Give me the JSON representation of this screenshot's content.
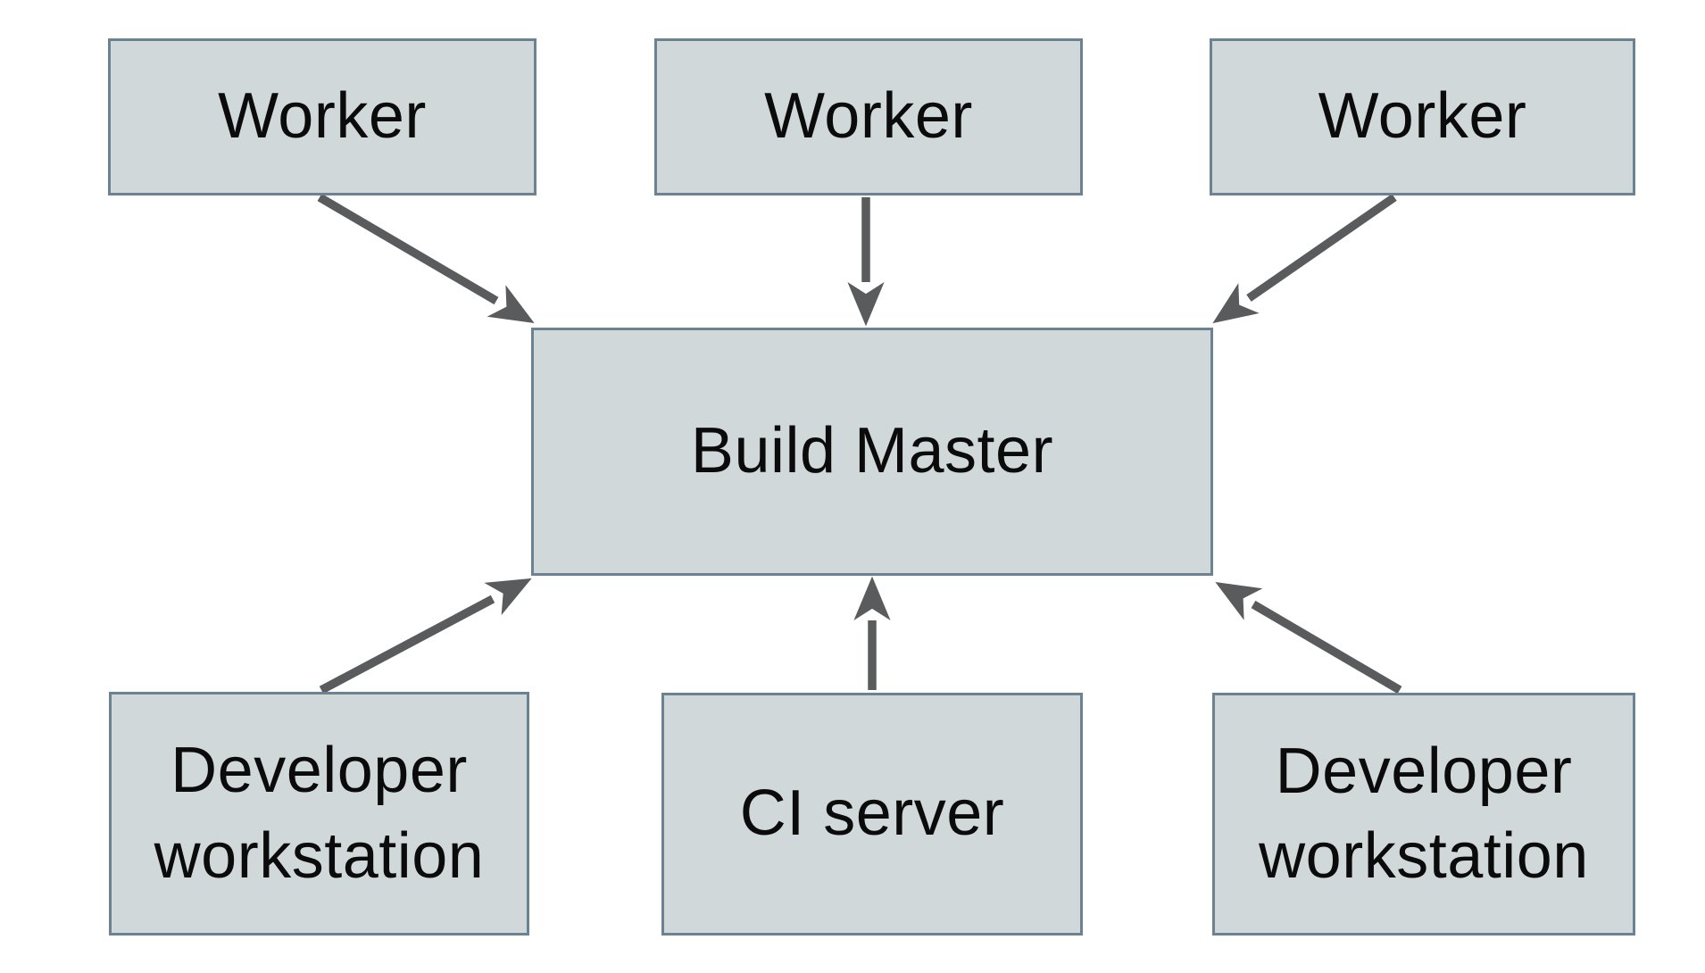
{
  "diagram": {
    "colors": {
      "node_fill": "#d1d8da",
      "node_border": "#6a8292",
      "arrow": "#5a5b5c",
      "text": "#0b0b0b",
      "background": "#ffffff"
    },
    "nodes": [
      {
        "id": "worker-1",
        "label": "Worker"
      },
      {
        "id": "worker-2",
        "label": "Worker"
      },
      {
        "id": "worker-3",
        "label": "Worker"
      },
      {
        "id": "build-master",
        "label": "Build Master"
      },
      {
        "id": "developer-workstation-left",
        "label": "Developer workstation"
      },
      {
        "id": "ci-server",
        "label": "CI server"
      },
      {
        "id": "developer-workstation-right",
        "label": "Developer workstation"
      }
    ],
    "edges": [
      {
        "from": "worker-1",
        "to": "build-master"
      },
      {
        "from": "worker-2",
        "to": "build-master"
      },
      {
        "from": "worker-3",
        "to": "build-master"
      },
      {
        "from": "developer-workstation-left",
        "to": "build-master"
      },
      {
        "from": "ci-server",
        "to": "build-master"
      },
      {
        "from": "developer-workstation-right",
        "to": "build-master"
      }
    ]
  }
}
